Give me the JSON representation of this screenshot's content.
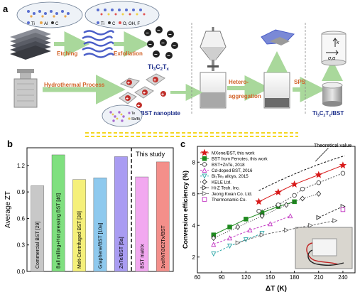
{
  "panel_a": {
    "letter": "a",
    "legend_top1": {
      "ti": "Ti",
      "al": "Al",
      "c": "C"
    },
    "legend_top2": {
      "ti": "Ti",
      "c": "C",
      "o": "O, OH, F"
    },
    "etching": "Etching",
    "exfoliation": "Exfoliation",
    "ti3c2tx": "Ti",
    "ti3c2tx_sub": "3",
    "ti3c2tx_c": "C",
    "ti3c2tx_sub2": "2",
    "ti3c2tx_t": "T",
    "ti3c2tx_x": "x",
    "hydrothermal": "Hydrothermal Process",
    "bst_nanoplate": "BST nanoplate",
    "legend_bst": {
      "te": "Te",
      "sbbi": "Sb/Bi"
    },
    "hetero": "Hetero-",
    "aggregation": "aggregation",
    "sps": "SPS",
    "kappa": "κ",
    "sigma_alpha": "σ,α",
    "final_product": "Ti",
    "final_sub1": "3",
    "final_c": "C",
    "final_sub2": "2",
    "final_t": "T",
    "final_x": "x",
    "final_bst": "/BST"
  },
  "panel_b": {
    "letter": "b",
    "ylabel": "Average ZT",
    "this_study": "This study",
    "colors": [
      "#c8c8c8",
      "#7fe07f",
      "#f5f07a",
      "#8ec9ee",
      "#a99cf2",
      "#f2a8f0",
      "#f48f8a"
    ]
  },
  "panel_c": {
    "letter": "c",
    "ylabel": "Conversion efficiency (%)",
    "xlabel": "ΔT (K)",
    "theoretical": "Theoretical value",
    "legend": [
      "MXene/BST, this work",
      "BST from Ferrotec, this work",
      "BST+ZnTe, 2018",
      "Cd-doped BST, 2016",
      "Bi₂Te₃ alloys, 2015",
      "KELE Ltd.",
      "Hi-Z Tech. Inc.",
      "Jeong Kwan Co. Ltd.",
      "Thermonamic Co."
    ]
  },
  "chart_data": [
    {
      "type": "bar",
      "ylabel": "Average ZT",
      "ylim": [
        0.0,
        1.4
      ],
      "yticks": [
        0.0,
        0.3,
        0.6,
        0.9,
        1.2
      ],
      "categories": [
        "Commercial BST [29]",
        "Ball milling+Hot pressing BST [46]",
        "Melt-Centrifuged BST [38]",
        "Graphene/BST [10a]",
        "ZnTe/BST [5a]",
        "BST matrix",
        "1vol%Ti3C2Tx/BST"
      ],
      "values": [
        0.97,
        1.32,
        1.04,
        1.06,
        1.3,
        1.07,
        1.24
      ],
      "annotation": "This study"
    },
    {
      "type": "line",
      "xlabel": "ΔT (K)",
      "ylabel": "Conversion efficiency (%)",
      "xlim": [
        60,
        255
      ],
      "ylim": [
        1,
        9
      ],
      "xticks": [
        60,
        90,
        120,
        150,
        180,
        210,
        240
      ],
      "yticks": [
        2,
        4,
        6,
        8
      ],
      "series": [
        {
          "name": "MXene/BST, this work",
          "x": [
            136,
            160,
            180,
            210,
            240
          ],
          "y": [
            5.5,
            6.1,
            6.6,
            7.2,
            7.8
          ]
        },
        {
          "name": "BST from Ferrotec, this work",
          "x": [
            80,
            100,
            120,
            140,
            160,
            180
          ],
          "y": [
            3.4,
            3.9,
            4.4,
            4.8,
            5.2,
            5.5
          ]
        },
        {
          "name": "BST+ZnTe, 2018",
          "x": [
            136,
            160,
            180,
            190,
            210,
            240
          ],
          "y": [
            4.9,
            5.3,
            5.9,
            6.3,
            6.7,
            7.3
          ]
        },
        {
          "name": "Cd-doped BST, 2016",
          "x": [
            80,
            100,
            125,
            150,
            175
          ],
          "y": [
            2.8,
            3.2,
            3.7,
            4.1,
            4.6
          ]
        },
        {
          "name": "Bi₂Te₃ alloys, 2015",
          "x": [
            80,
            100,
            120,
            140
          ],
          "y": [
            2.2,
            2.7,
            3.1,
            3.5
          ]
        },
        {
          "name": "KELE Ltd.",
          "x": [
            80,
            110,
            140,
            170,
            190,
            210
          ],
          "y": [
            3.2,
            3.9,
            4.6,
            5.3,
            5.7,
            6.0
          ]
        },
        {
          "name": "Hi-Z Tech. Inc.",
          "x": [
            210,
            240
          ],
          "y": [
            4.5,
            5.2
          ]
        },
        {
          "name": "Jeong Kwan Co. Ltd.",
          "x": [
            110,
            140,
            170,
            200,
            230
          ],
          "y": [
            2.9,
            3.4,
            3.7,
            4.0,
            4.3
          ]
        },
        {
          "name": "Thermonamic Co.",
          "x": [
            240
          ],
          "y": [
            5.0
          ]
        }
      ],
      "annotation": "Theoretical value"
    }
  ]
}
